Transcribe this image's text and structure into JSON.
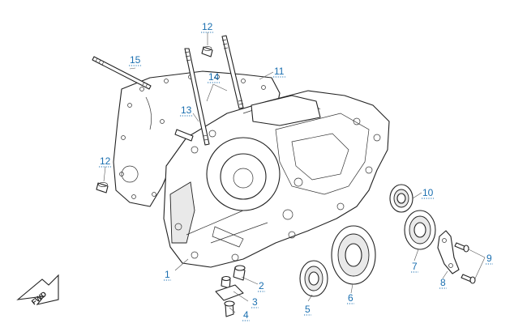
{
  "diagram": {
    "callouts": [
      {
        "id": "c1",
        "label": "1"
      },
      {
        "id": "c2",
        "label": "2"
      },
      {
        "id": "c3",
        "label": "3"
      },
      {
        "id": "c4",
        "label": "4"
      },
      {
        "id": "c5",
        "label": "5"
      },
      {
        "id": "c6",
        "label": "6"
      },
      {
        "id": "c7",
        "label": "7"
      },
      {
        "id": "c8",
        "label": "8"
      },
      {
        "id": "c9",
        "label": "9"
      },
      {
        "id": "c10",
        "label": "10"
      },
      {
        "id": "c11",
        "label": "11"
      },
      {
        "id": "c12a",
        "label": "12"
      },
      {
        "id": "c12b",
        "label": "12"
      },
      {
        "id": "c13",
        "label": "13"
      },
      {
        "id": "c14",
        "label": "14"
      },
      {
        "id": "c15",
        "label": "15"
      }
    ],
    "fwd_label": "FWD",
    "colors": {
      "callout": "#1a6fb0",
      "line": "#222222"
    }
  }
}
